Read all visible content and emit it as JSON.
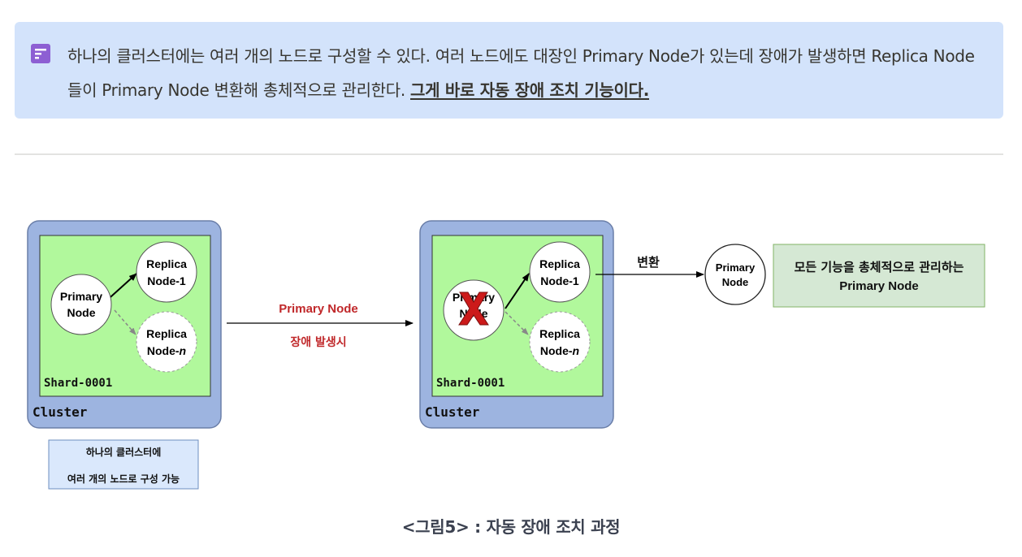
{
  "callout": {
    "icon": "memo-icon",
    "text": "하나의 클러스터에는 여러 개의 노드로 구성할 수 있다. 여러 노드에도 대장인 Primary Node가 있는데 장애가 발생하면 Replica Node들이 Primary Node 변환해 총체적으로 관리한다. ",
    "emphasis": "그게 바로 자동 장애 조치 기능이다."
  },
  "diagram": {
    "left_cluster": {
      "cluster_label": "Cluster",
      "shard_label": "Shard-0001",
      "primary": [
        "Primary",
        "Node"
      ],
      "replica1": [
        "Replica",
        "Node-1"
      ],
      "replica_n": [
        "Replica",
        "Node-"
      ],
      "replica_n_suffix": "n"
    },
    "left_note": [
      "하나의 클러스터에",
      "여러 개의 노드로 구성 가능"
    ],
    "event": {
      "line1": "Primary Node",
      "line2": "장애 발생시",
      "color": "#c0282a"
    },
    "right_cluster": {
      "cluster_label": "Cluster",
      "shard_label": "Shard-0001",
      "failed_primary": [
        "Primary",
        "Node"
      ],
      "replica1": [
        "Replica",
        "Node-1"
      ],
      "replica_n": [
        "Replica",
        "Node-"
      ],
      "replica_n_suffix": "n"
    },
    "transform_label": "변환",
    "new_primary": [
      "Primary",
      "Node"
    ],
    "result_box": [
      "모든 기능을 총체적으로 관리하는",
      "Primary Node"
    ],
    "colors": {
      "cluster_fill": "#9db4e0",
      "shard_fill": "#b1f89c",
      "result_fill": "#d5e8d4",
      "note_fill": "#dae8fc",
      "x_mark": "#cc1a1a"
    }
  },
  "caption": "<그림5> : 자동 장애 조치 과정"
}
